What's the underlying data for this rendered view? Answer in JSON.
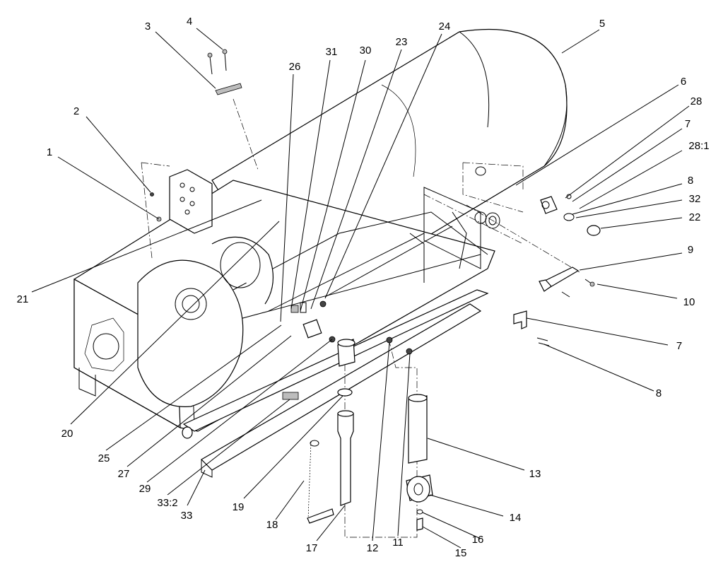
{
  "callouts": [
    "1",
    "2",
    "3",
    "4",
    "5",
    "6",
    "28",
    "7",
    "28:1",
    "8",
    "32",
    "22",
    "9",
    "10",
    "7",
    "8",
    "26",
    "31",
    "30",
    "23",
    "24",
    "21",
    "20",
    "25",
    "27",
    "29",
    "33:2",
    "33",
    "19",
    "18",
    "17",
    "12",
    "11",
    "13",
    "14",
    "16",
    "15"
  ]
}
